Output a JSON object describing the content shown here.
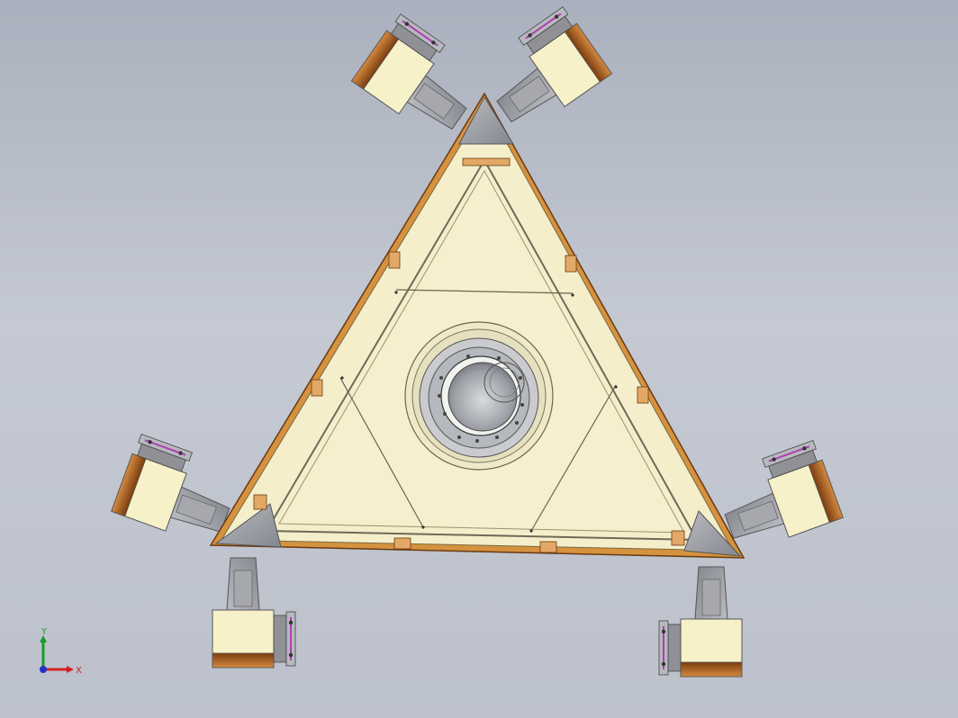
{
  "view": {
    "background_top": "#aab0bd",
    "background_bottom": "#bcc1cc"
  },
  "triad": {
    "x_label": "X",
    "y_label": "Y",
    "x_color": "#d42020",
    "y_color": "#1a9a2a",
    "z_color": "#2030c8"
  },
  "model": {
    "panel_color": "#f4eecb",
    "steel_color": "#9a9ca3",
    "copper_color": "#b8651f",
    "block_color": "#f7f1c9",
    "caster_count": 6
  }
}
